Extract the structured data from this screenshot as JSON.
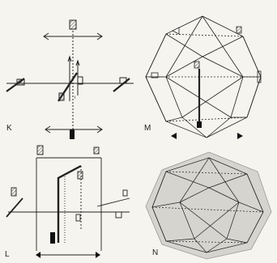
{
  "panels": {
    "k": {
      "label": "K"
    },
    "m": {
      "label": "M"
    },
    "l": {
      "label": "L"
    },
    "n": {
      "label": "N"
    }
  },
  "colors": {
    "ink": "#222222",
    "fill_n": "#d6d4cf",
    "hatch": "#555555",
    "background": "#f6f4ee"
  }
}
